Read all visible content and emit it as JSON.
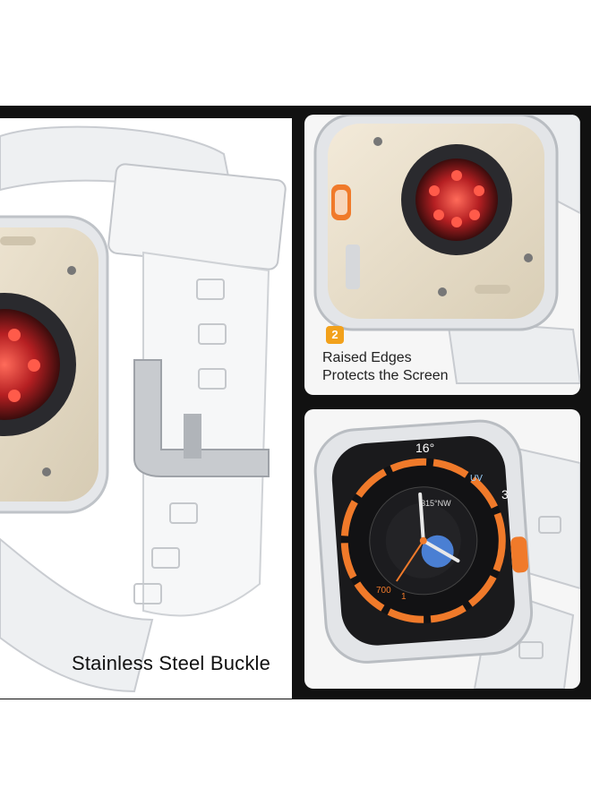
{
  "left_panel": {
    "caption": "Stainless Steel Buckle"
  },
  "top_right_panel": {
    "badge_number": "2",
    "caption_line1": "Raised Edges",
    "caption_line2": "Protects the Screen"
  },
  "bottom_right_panel": {
    "watch_face": {
      "temperature": "16°",
      "complication_right": "3",
      "top_right_label": "UV",
      "center_readout": "315°NW",
      "bottom_left": "700",
      "bottom_mid": "1"
    }
  },
  "colors": {
    "badge": "#f2a11b",
    "accent_orange": "#f07a2a",
    "sensor_red": "#c42a2a",
    "titanium": "#e6dcc8"
  }
}
